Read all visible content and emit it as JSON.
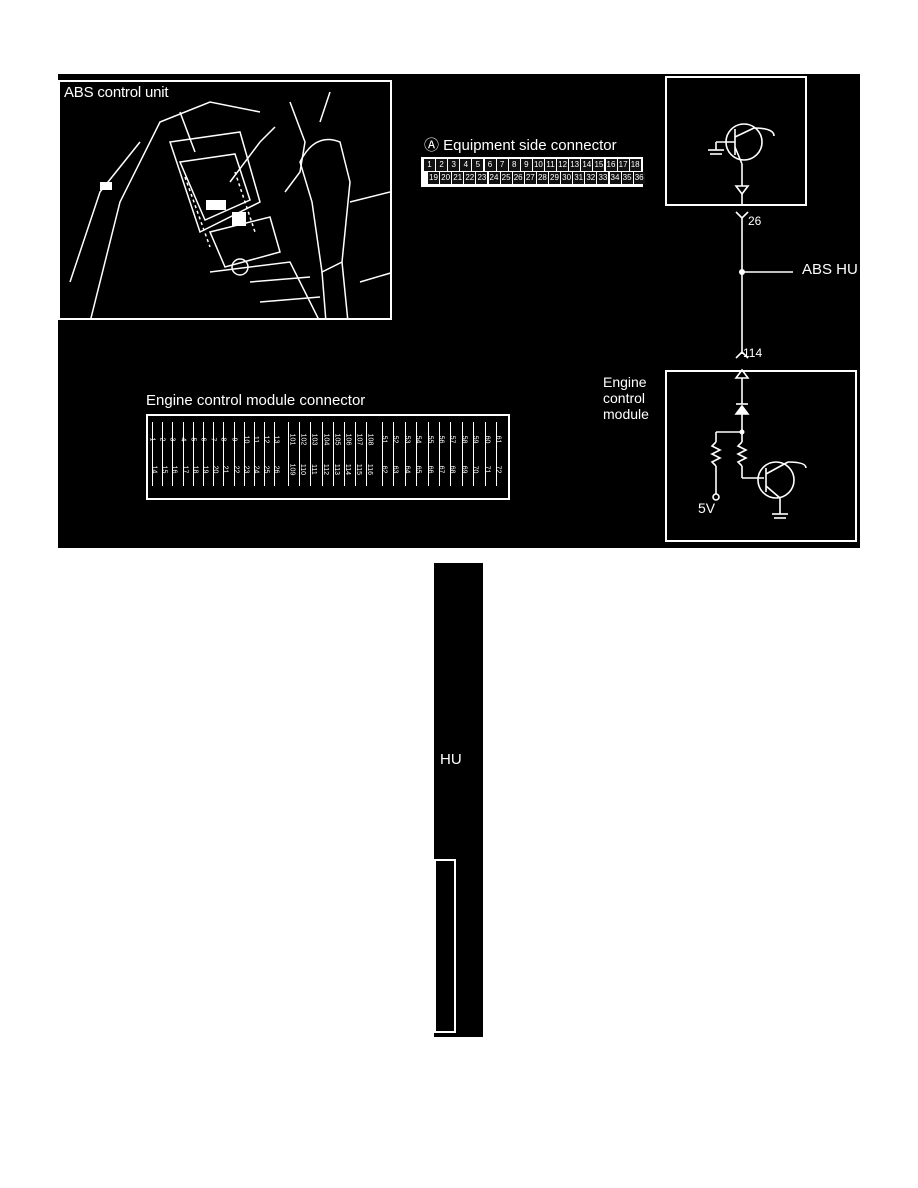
{
  "labels": {
    "abs_control_unit": "ABS control unit",
    "equipment_side_connector": "Ⓐ Equipment side connector",
    "ecm_connector": "Engine control module connector",
    "ecm_side_line1": "Engine",
    "ecm_side_line2": "control",
    "ecm_side_line3": "module",
    "abs_hu": "ABS HU",
    "pin_26": "26",
    "pin_114": "114",
    "voltage_5v": "5V",
    "strip_hu": "HU"
  },
  "equipment_connector": {
    "top_row": [
      "1",
      "2",
      "3",
      "4",
      "5",
      "6",
      "7",
      "8",
      "9",
      "10",
      "11",
      "12",
      "13",
      "14",
      "15",
      "16",
      "17",
      "18"
    ],
    "bottom_row": [
      "19",
      "20",
      "21",
      "22",
      "23",
      "24",
      "25",
      "26",
      "27",
      "28",
      "29",
      "30",
      "31",
      "32",
      "33",
      "34",
      "35",
      "36"
    ]
  },
  "ecm_connector_pins": {
    "group1_top": [
      "1",
      "2",
      "3",
      "4",
      "5",
      "6",
      "7",
      "8",
      "9",
      "10",
      "11",
      "12",
      "13"
    ],
    "group1_bottom": [
      "14",
      "15",
      "16",
      "17",
      "18",
      "19",
      "20",
      "21",
      "22",
      "23",
      "24",
      "25",
      "26"
    ],
    "group2_top": [
      "101",
      "102",
      "103",
      "104",
      "105",
      "106",
      "107",
      "108"
    ],
    "group2_bottom": [
      "109",
      "110",
      "111",
      "112",
      "113",
      "114",
      "115",
      "116"
    ],
    "group3_top": [
      "51",
      "52",
      "53",
      "54",
      "55",
      "56",
      "57",
      "58",
      "59",
      "60",
      "61"
    ],
    "group3_bottom": [
      "62",
      "63",
      "64",
      "65",
      "66",
      "67",
      "68",
      "69",
      "70",
      "71",
      "72"
    ]
  },
  "colors": {
    "background": "#000000",
    "foreground": "#ffffff",
    "page": "#ffffff"
  }
}
